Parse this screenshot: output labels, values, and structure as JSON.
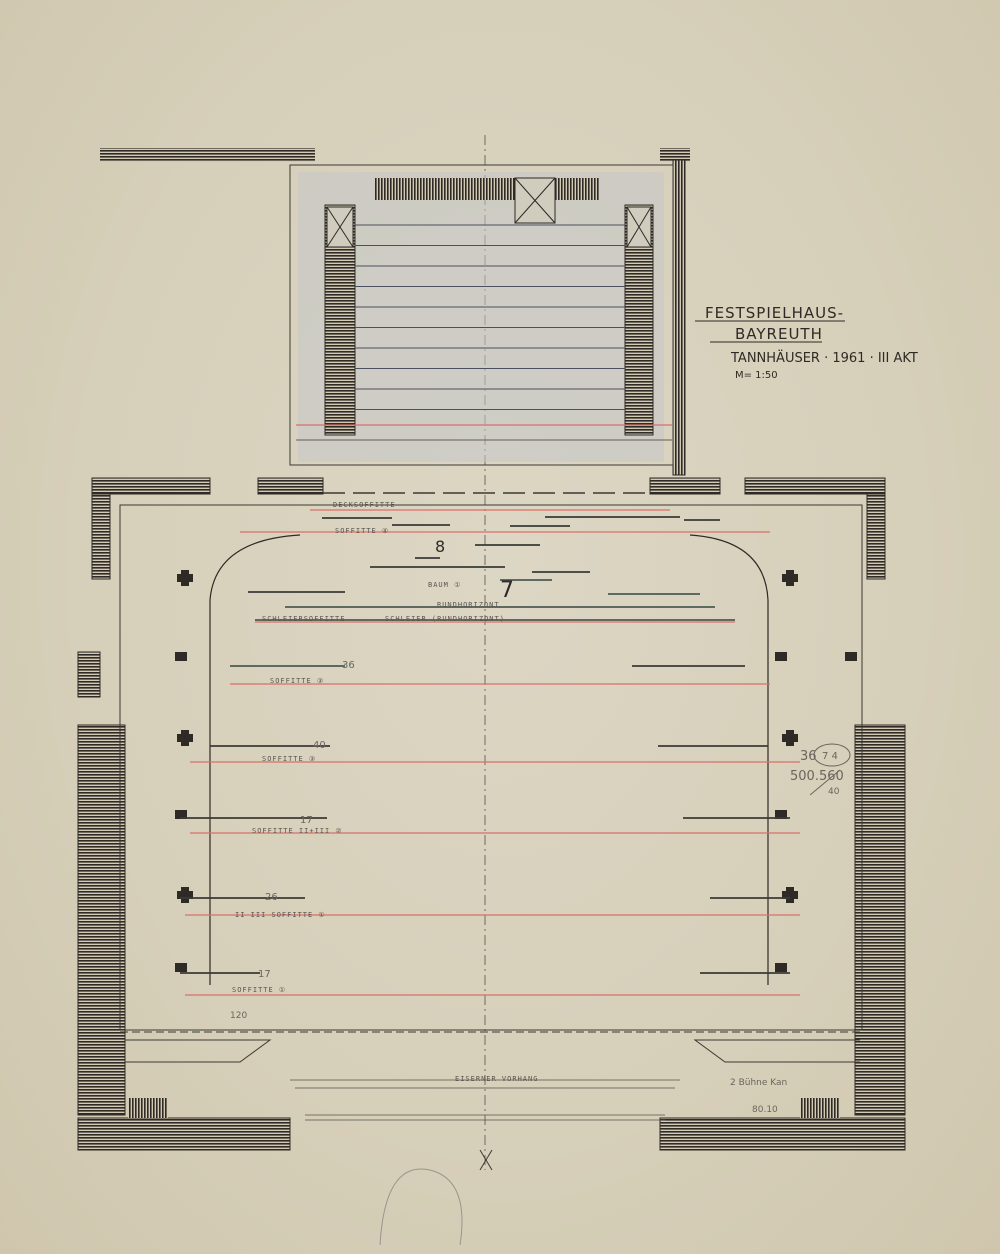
{
  "title_block": {
    "line1": "FESTSPIELHAUS-",
    "line2": "BAYREUTH",
    "line3": "TANNHÄUSER · 1961 · III AKT",
    "scale": "M= 1:50"
  },
  "stage_labels": {
    "decksoffitte": "DECKSOFFITTE",
    "soffitte_top": "SOFFITTE ④",
    "baum": "BAUM ①",
    "rundhorizont": "RUNDHORIZONT",
    "schleiersoffitte": "SCHLEIERSOFFITTE",
    "schleier_note": "SCHLEIER (RUNDHORIZONT)",
    "soffitte_3": "SOFFITTE ③",
    "soffitte_3b": "SOFFITTE ③",
    "soffitte_2": "SOFFITTE II+III ②",
    "soffitte_1b": "II III SOFFITTE ①",
    "soffitte_1": "SOFFITTE ①",
    "eiserner": "EISERNER VORHANG"
  },
  "pencil_numbers": {
    "n8": "8",
    "n7": "7",
    "n36": "36",
    "n40": "40",
    "n17a": "17",
    "n26": "26",
    "n17b": "17",
    "n120": "120",
    "note_36": "36",
    "note_74": "7 4",
    "note_500": "500.560",
    "note_40": "40",
    "note_buehne": "2 Bühne Kan",
    "note_80": "80.10"
  },
  "colors": {
    "paper": "#d8d1bc",
    "ink": "#2e2a25",
    "red": "#d9706a",
    "blue_tint": "#c3c6cc",
    "green": "#4d5a52"
  }
}
